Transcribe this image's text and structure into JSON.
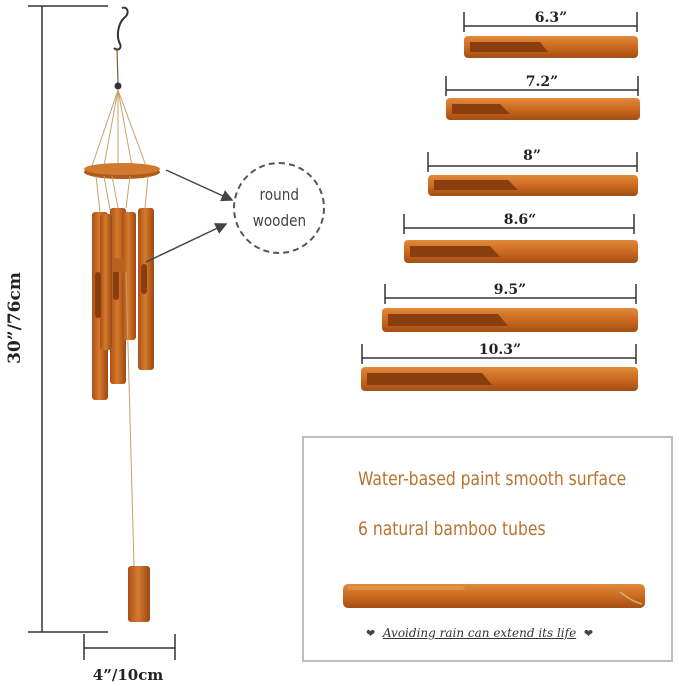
{
  "dimensions": {
    "height_label": "30”/76cm",
    "width_label": "4”/10cm"
  },
  "callout": {
    "line1": "round",
    "line2": "wooden"
  },
  "tubes": [
    {
      "length_label": "6.3”"
    },
    {
      "length_label": "7.2”"
    },
    {
      "length_label": "8”"
    },
    {
      "length_label": "8.6“"
    },
    {
      "length_label": "9.5”"
    },
    {
      "length_label": "10.3”"
    }
  ],
  "info": {
    "feature1": "Water-based paint smooth surface",
    "feature2": "6 natural bamboo tubes",
    "footer": "Avoiding rain can extend its life"
  },
  "colors": {
    "bamboo": "#c8661e",
    "bamboo_dark": "#9a4a12",
    "feature_text": "#b8732e"
  }
}
